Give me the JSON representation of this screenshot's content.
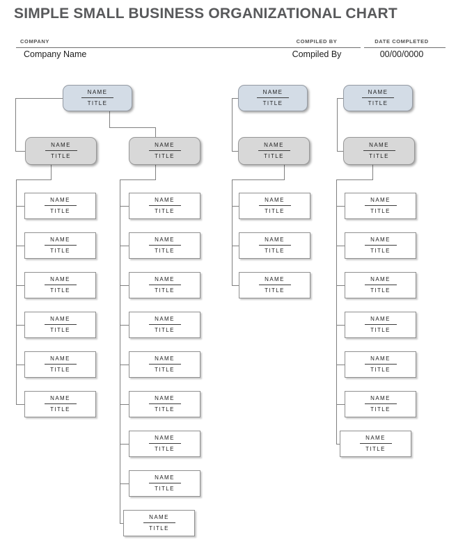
{
  "page_title": "SIMPLE SMALL BUSINESS ORGANIZATIONAL CHART",
  "header_fields": {
    "company_label": "COMPANY",
    "company_value": "Company Name",
    "compiled_by_label": "COMPILED BY",
    "compiled_by_value": "Compiled By",
    "date_completed_label": "DATE COMPLETED",
    "date_completed_value": "00/00/0000"
  },
  "org_chart": {
    "placeholder_name": "NAME",
    "placeholder_title": "TITLE",
    "colors": {
      "top_level_fill": "#d3dce6",
      "manager_fill": "#d8d8d8",
      "staff_fill": "#ffffff",
      "connector_line": "#7f7f7f",
      "title_text": "#58595b"
    },
    "structure": [
      {
        "top_box": "NAME / TITLE",
        "managers": [
          {
            "staff_reports": 6
          },
          {
            "staff_reports": 9
          }
        ]
      },
      {
        "top_box": "NAME / TITLE",
        "managers": [
          {
            "staff_reports": 3
          }
        ]
      },
      {
        "top_box": "NAME / TITLE",
        "managers": [
          {
            "staff_reports": 7
          }
        ]
      }
    ]
  }
}
